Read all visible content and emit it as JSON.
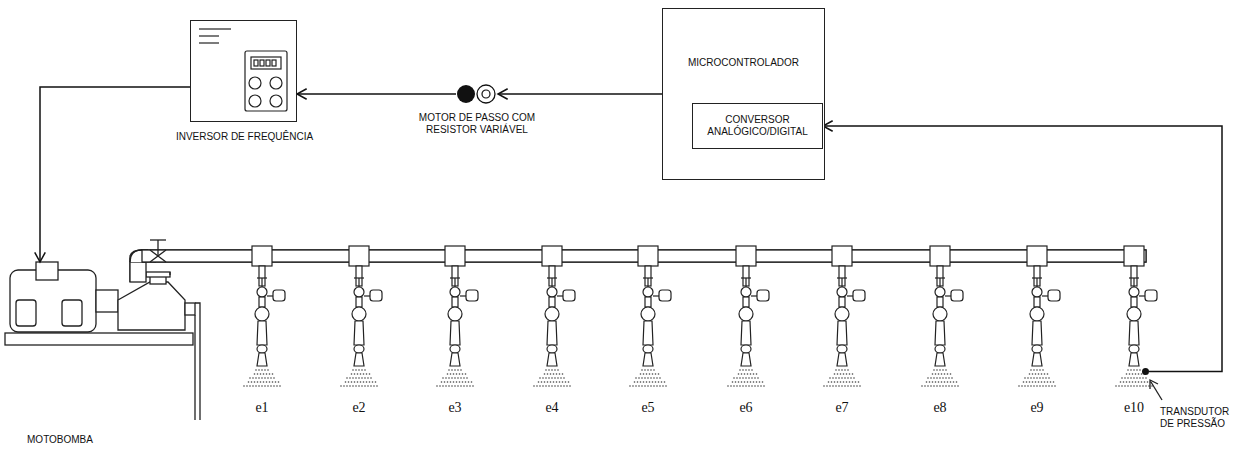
{
  "diagram": {
    "nodes": [
      {
        "text": [
          "INVERSOR DE FREQUÊNCIA"
        ]
      },
      {
        "text": [
          "MOTOR DE PASSO COM RESISTOR VARIÁVEL"
        ]
      },
      {
        "text": [
          "MICROCONTROLADOR"
        ]
      },
      {
        "text": [
          "CONVERSOR ANALÓGICO/DIGITAL"
        ],
        "in": 2
      },
      {
        "text": [
          "MOTOBOMBA"
        ]
      },
      {
        "text": [
          "TRANSDUTOR DE PRESSÃO"
        ]
      }
    ],
    "edges": [
      {
        "from": 2,
        "to": 1,
        "arrow": "to"
      },
      {
        "from": 1,
        "to": 0,
        "arrow": "to"
      },
      {
        "from": 0,
        "to": 4,
        "arrow": "to"
      },
      {
        "from": 5,
        "to": 3,
        "arrow": "to"
      }
    ],
    "labels": [
      "e1",
      "e2",
      "e3",
      "e4",
      "e5",
      "e6",
      "e7",
      "e8",
      "e9",
      "e10"
    ]
  }
}
